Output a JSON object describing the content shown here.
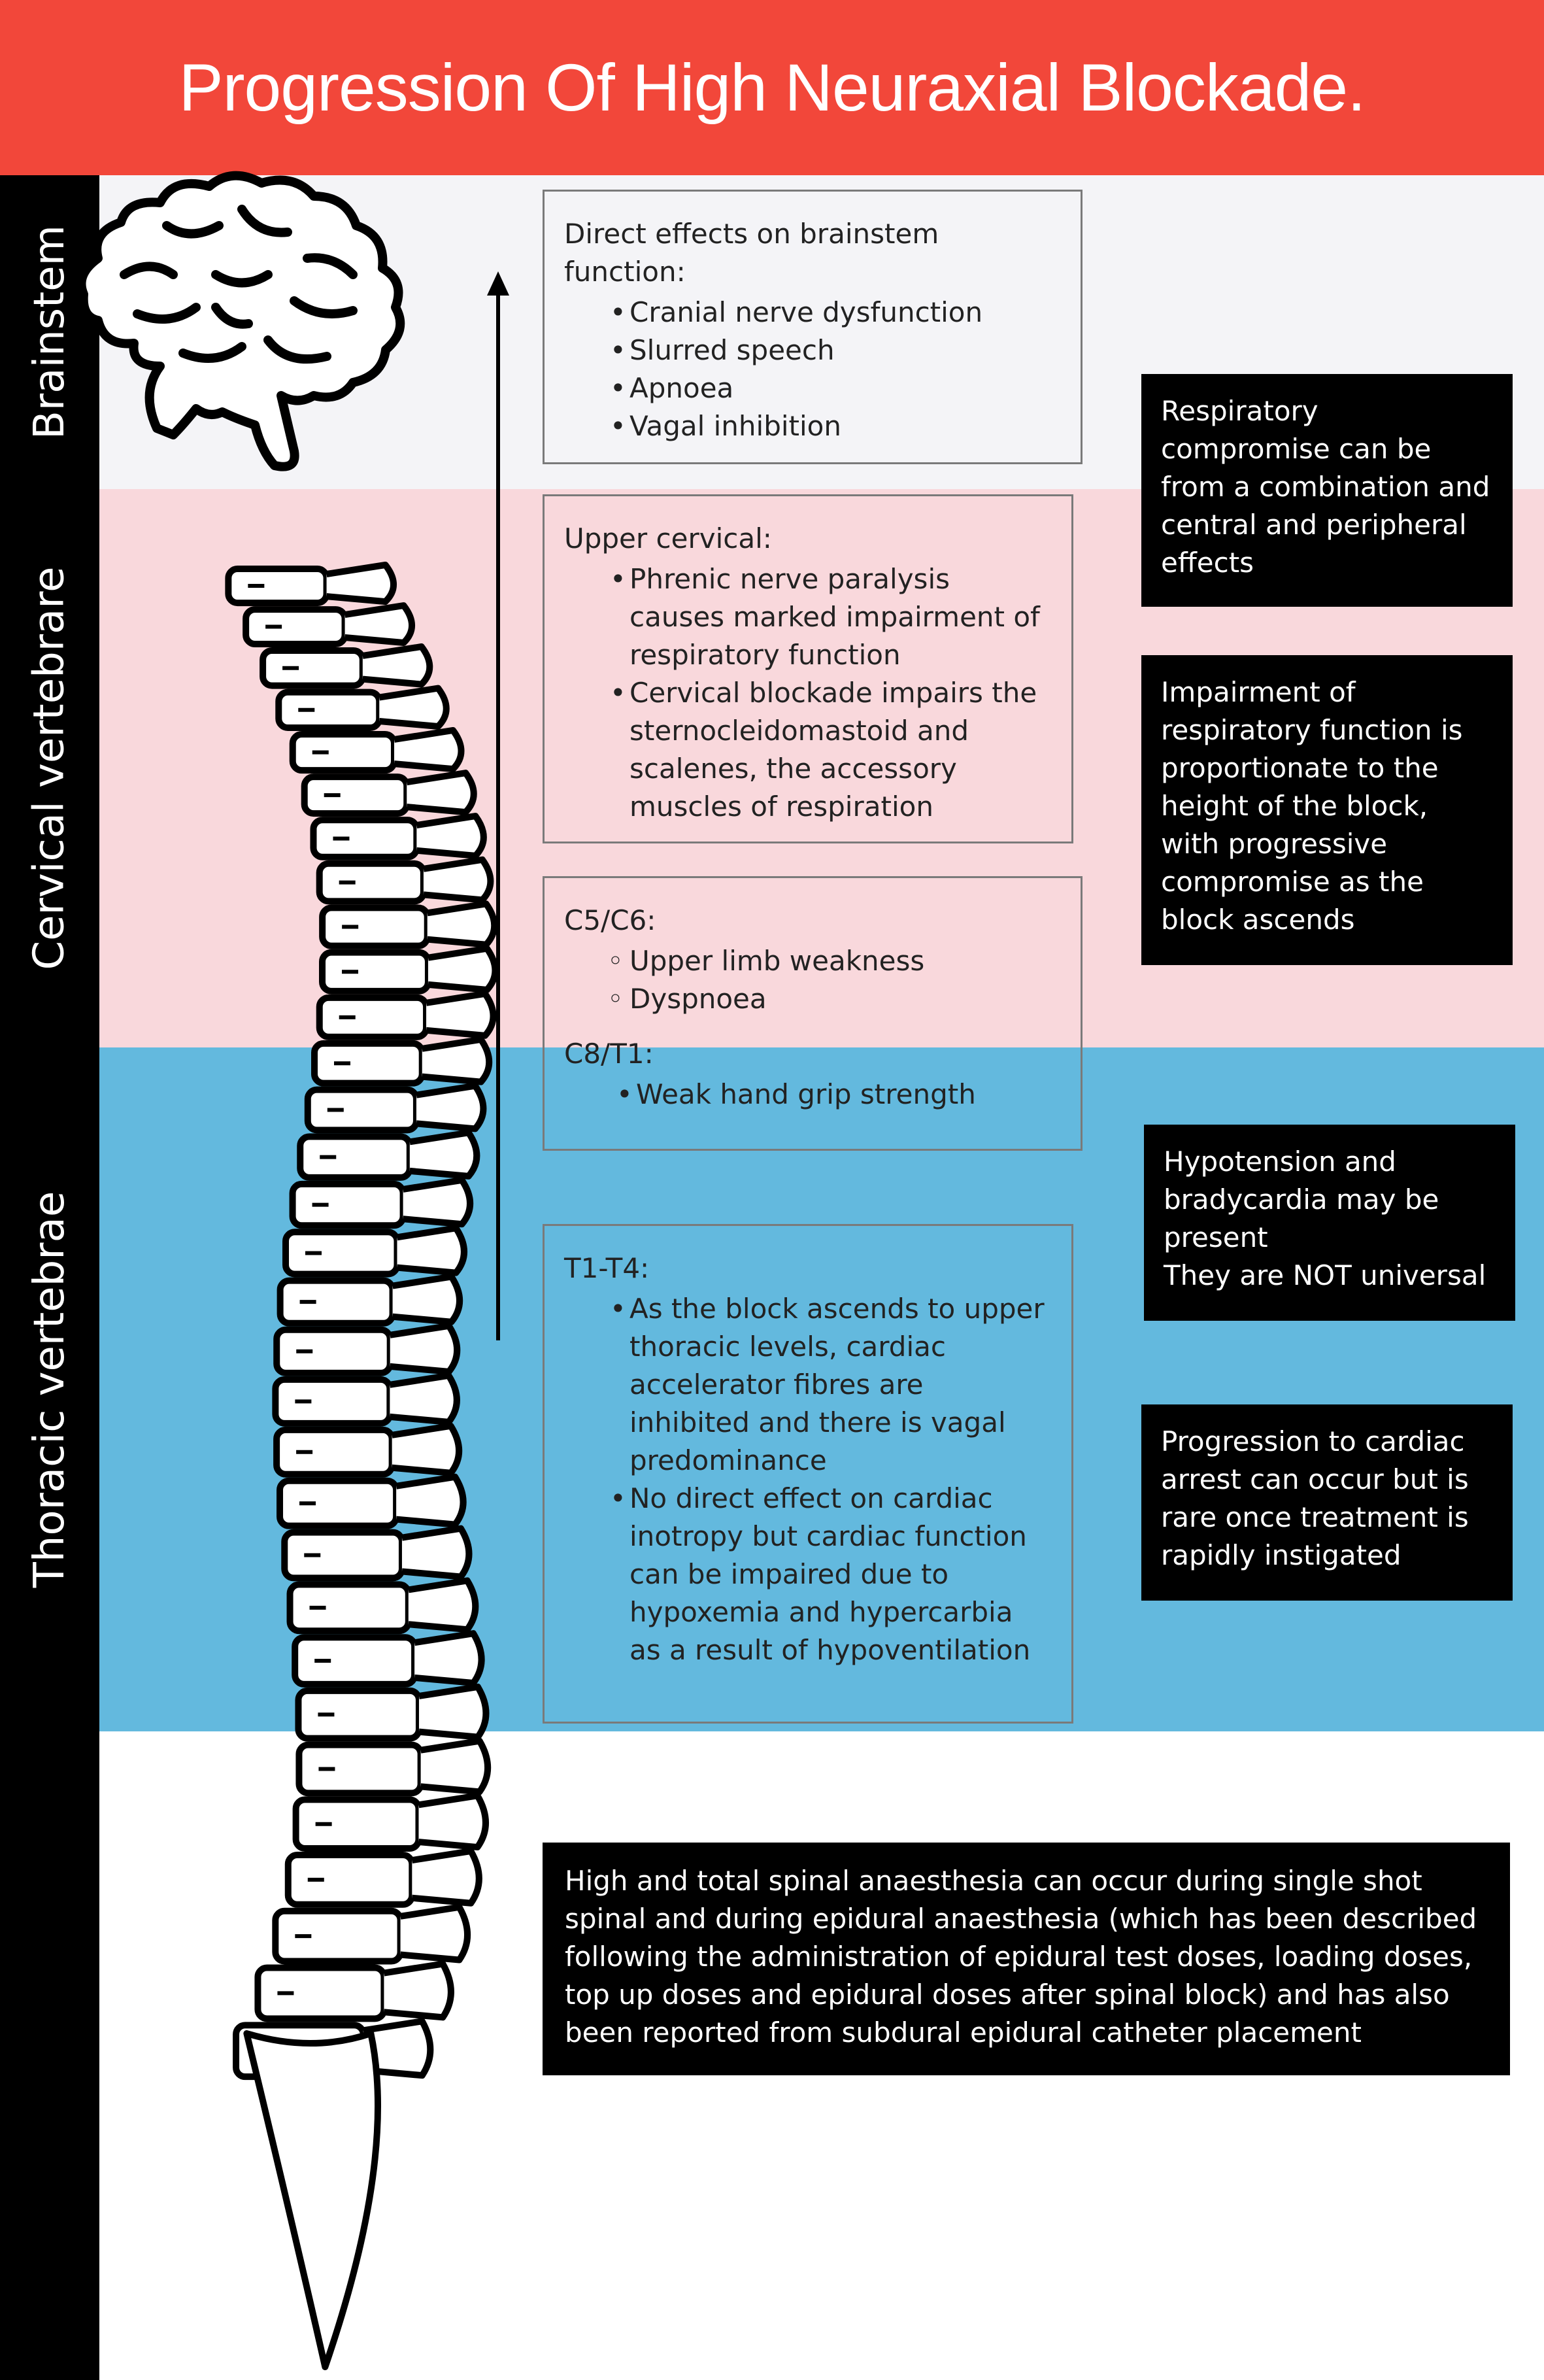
{
  "title": "Progression Of High Neuraxial Blockade.",
  "regions": {
    "brainstem": "Brainstem",
    "cervical": "Cervical vertebrare",
    "thoracic": "Thoracic vertebrae"
  },
  "boxes": {
    "brainstem": {
      "heading": "Direct effects on brainstem function:",
      "items": [
        "Cranial nerve dysfunction",
        "Slurred speech",
        "Apnoea",
        "Vagal inhibition"
      ]
    },
    "upper_cervical": {
      "heading": "Upper cervical:",
      "items": [
        "Phrenic nerve paralysis causes marked impairment of respiratory function",
        "Cervical blockade impairs the sternocleidomastoid and scalenes, the accessory muscles of respiration"
      ]
    },
    "c5c6": {
      "heading": "C5/C6:",
      "items": [
        "Upper limb weakness",
        "Dyspnoea"
      ],
      "heading2": "C8/T1:",
      "items2": [
        "Weak hand grip strength"
      ]
    },
    "t1t4": {
      "heading": "T1-T4:",
      "items": [
        "As the block ascends to upper thoracic levels, cardiac accelerator fibres are inhibited and there is vagal predominance",
        "No direct effect on cardiac inotropy but cardiac function can be impaired due to hypoxemia and hypercarbia as a result of hypoventilation"
      ]
    }
  },
  "notes": {
    "respiratory": "Respiratory compromise can be from a combination and central and peripheral effects",
    "impairment": "Impairment of respiratory function is proportionate to the height of the block, with progressive compromise as the block ascends",
    "hypotension_1": "Hypotension and bradycardia may be present",
    "hypotension_2": "They are NOT universal",
    "cardiac_arrest": "Progression to cardiac arrest can occur but is rare once treatment is rapidly instigated",
    "summary": "High and total spinal anaesthesia can occur during single shot spinal and  during epidural anaesthesia (which has been described following the administration of epidural test doses, loading doses, top up doses and epidural doses after spinal block) and has also been reported from subdural epidural catheter placement"
  },
  "colors": {
    "header": "#f2473a",
    "brainstem_band": "#f4f4f7",
    "cervical_band": "#f9d8dc",
    "thoracic_band": "#63b9de",
    "sidebar": "#000000"
  },
  "icons": {
    "brain": "brain-icon",
    "spine": "spine-illustration",
    "arrow": "ascending-arrow"
  }
}
